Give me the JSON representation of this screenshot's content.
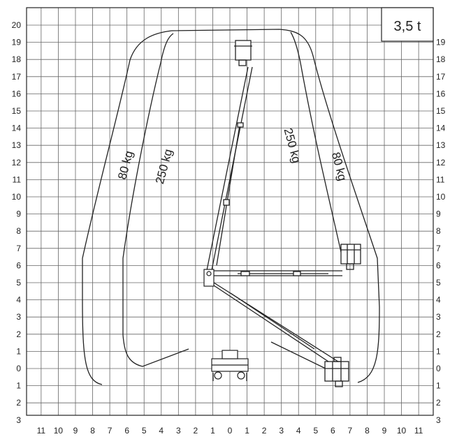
{
  "capacity_label": "3,5 t",
  "y_axis": {
    "labels_left": [
      "20",
      "19",
      "18",
      "17",
      "16",
      "15",
      "14",
      "13",
      "12",
      "11",
      "10",
      "9",
      "8",
      "7",
      "6",
      "5",
      "4",
      "3",
      "2",
      "1",
      "0",
      "1",
      "2",
      "3"
    ],
    "labels_right": [
      "19",
      "18",
      "17",
      "16",
      "15",
      "14",
      "13",
      "12",
      "11",
      "10",
      "9",
      "8",
      "7",
      "6",
      "5",
      "4",
      "3",
      "2",
      "1",
      "0",
      "1",
      "2",
      "3"
    ]
  },
  "x_axis": {
    "labels": [
      "11",
      "10",
      "9",
      "8",
      "7",
      "6",
      "5",
      "4",
      "3",
      "2",
      "1",
      "0",
      "1",
      "2",
      "3",
      "4",
      "5",
      "6",
      "7",
      "8",
      "9",
      "10",
      "11"
    ]
  },
  "zones": {
    "left_outer": "80 kg",
    "left_inner": "250 kg",
    "right_inner": "250 kg",
    "right_outer": "80 kg"
  }
}
